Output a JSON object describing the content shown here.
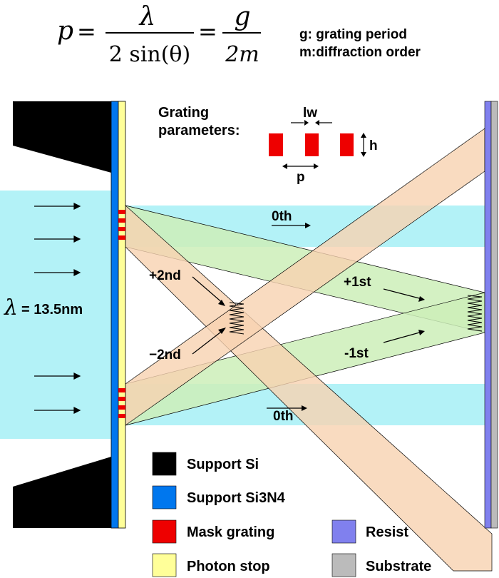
{
  "formula": {
    "lhs": "p",
    "eq1": "=",
    "num1": "λ",
    "den1": "2 sin(θ)",
    "eq2": "=",
    "num2": "g",
    "den2": "2m"
  },
  "formula_notes": {
    "line1": "g: grating period",
    "line2": "m:diffraction order"
  },
  "grating_params": {
    "title_line1": "Grating",
    "title_line2": "parameters:",
    "lw": "lw",
    "h": "h",
    "p": "p"
  },
  "beam": {
    "lambda_symbol": "λ",
    "lambda_value": "= 13.5nm"
  },
  "orders": {
    "zero_top": "0th",
    "zero_bottom": "0th",
    "plus_second": "+2nd",
    "minus_second": "−2nd",
    "plus_first": "+1st",
    "minus_first": "-1st"
  },
  "legend": [
    {
      "label": "Support Si",
      "color": "#000000"
    },
    {
      "label": "Support Si3N4",
      "color": "#0077ee"
    },
    {
      "label": "Mask grating",
      "color": "#ee0000"
    },
    {
      "label": "Photon stop",
      "color": "#ffff99"
    },
    {
      "label": "Resist",
      "color": "#8080ee"
    },
    {
      "label": "Substrate",
      "color": "#bbbbbb"
    }
  ],
  "colors": {
    "incident_beam": "#b3f2f7",
    "first_order": "#ccefb8",
    "second_order": "#f7d2b0",
    "support_si": "#000000",
    "si3n4": "#0077ee",
    "grating": "#ee0000",
    "photon_stop": "#ffff99",
    "resist": "#8080ee",
    "substrate": "#bbbbbb"
  }
}
